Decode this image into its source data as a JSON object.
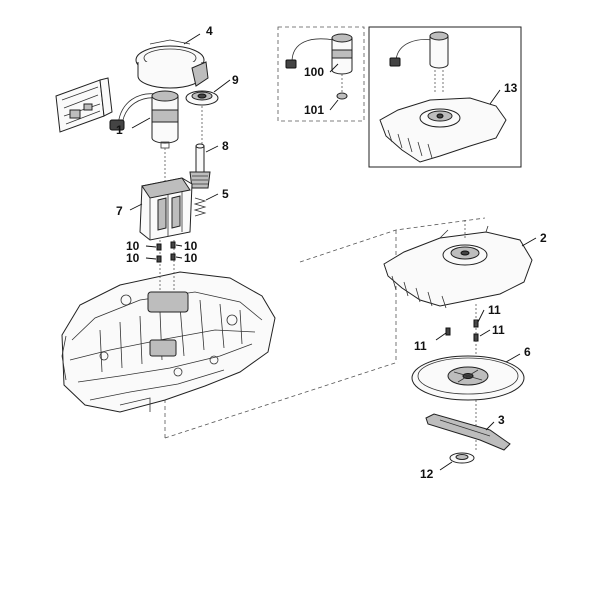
{
  "diagram": {
    "callouts": {
      "c1": "1",
      "c2": "2",
      "c3": "3",
      "c4": "4",
      "c5": "5",
      "c6": "6",
      "c7": "7",
      "c8": "8",
      "c9": "9",
      "c10a": "10",
      "c10b": "10",
      "c10c": "10",
      "c10d": "10",
      "c11a": "11",
      "c11b": "11",
      "c11c": "11",
      "c12": "12",
      "c13": "13",
      "c100": "100",
      "c101": "101"
    }
  }
}
